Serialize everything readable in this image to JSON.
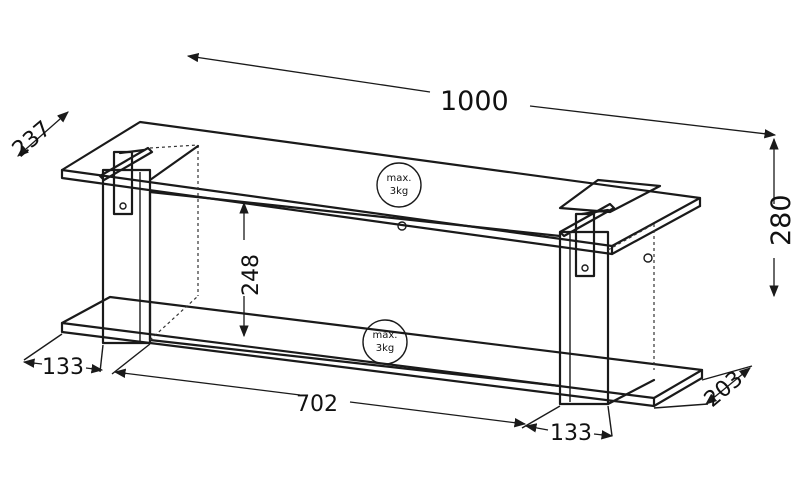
{
  "dimensions": {
    "total_width": "1000",
    "height": "280",
    "depth_left": "237",
    "inner_height": "248",
    "inner_width": "702",
    "left_overhang": "133",
    "right_overhang": "133",
    "right_depth": "203"
  },
  "load_badges": [
    {
      "line1": "max.",
      "line2": "3kg"
    },
    {
      "line1": "max.",
      "line2": "3kg"
    }
  ]
}
